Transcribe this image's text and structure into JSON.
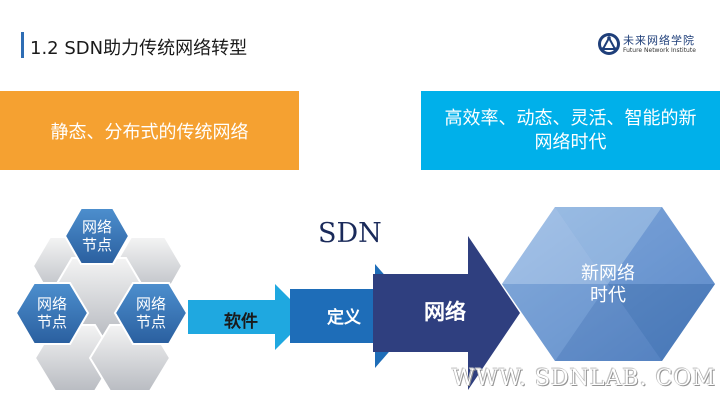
{
  "header": {
    "title": "1.2 SDN助力传统网络转型"
  },
  "logo": {
    "name_cn": "未来网络学院",
    "name_en": "Future Network Institute",
    "icon": "network-a-logo-icon"
  },
  "left_box": {
    "text": "静态、分布式的传统网络",
    "color": "#F5A131"
  },
  "right_box": {
    "line1": "高效率、动态、灵活、智能的新",
    "line2": "网络时代",
    "color": "#00B0EA"
  },
  "network_nodes": {
    "top": [
      "网络",
      "节点"
    ],
    "left": [
      "网络",
      "节点"
    ],
    "right": [
      "网络",
      "节点"
    ]
  },
  "sdn": {
    "label": "SDN",
    "steps": [
      "软件",
      "定义",
      "网络"
    ],
    "colors": [
      "#1FA8E0",
      "#1E6DB8",
      "#2F3F7F"
    ]
  },
  "new_era": {
    "line1": "新网络",
    "line2": "时代"
  },
  "watermark": "WWW. SDNLAB. COM"
}
